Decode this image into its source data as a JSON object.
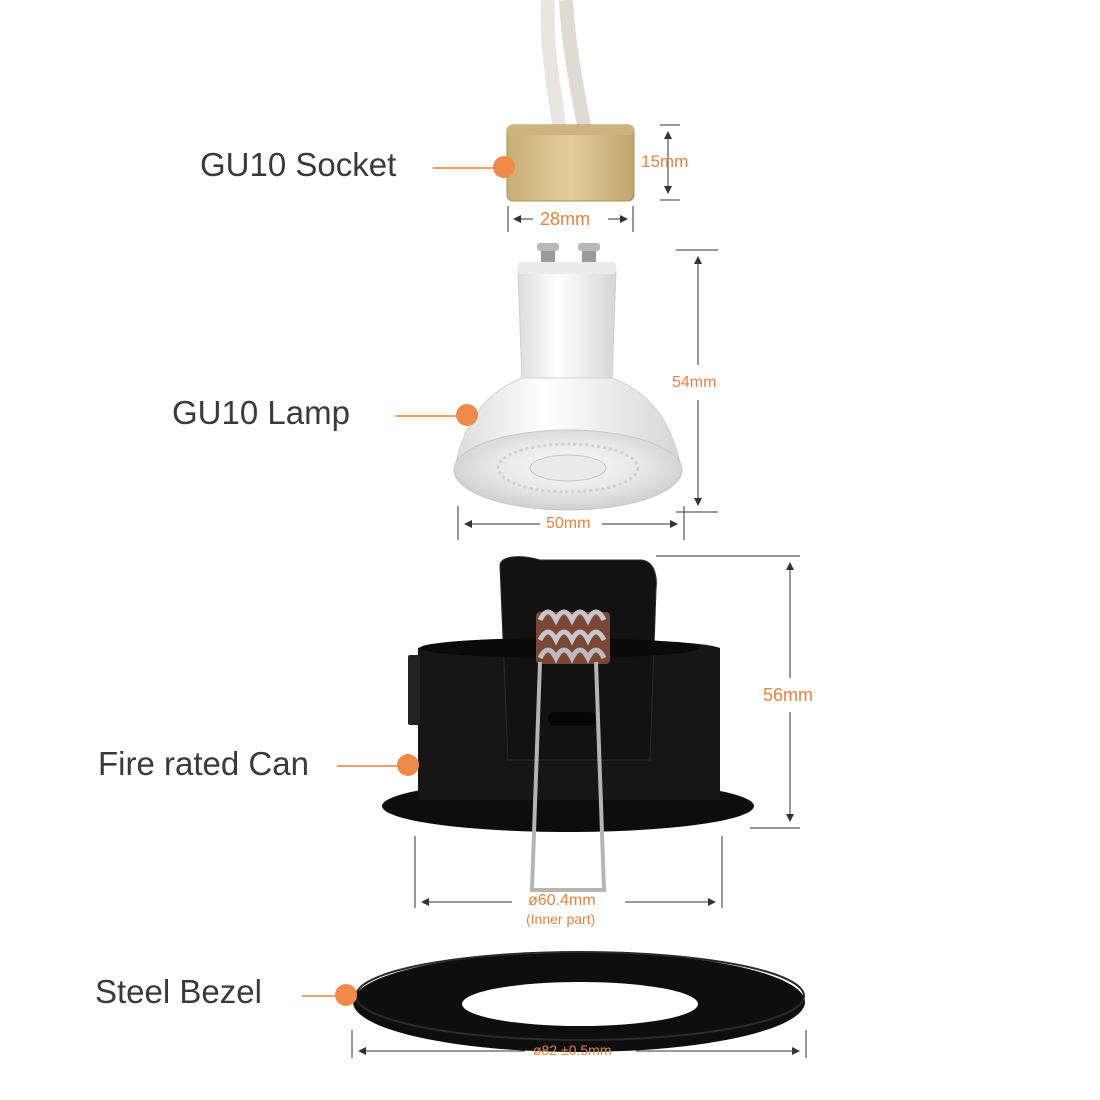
{
  "components": [
    {
      "id": "socket",
      "label": "GU10 Socket"
    },
    {
      "id": "lamp",
      "label": "GU10 Lamp"
    },
    {
      "id": "can",
      "label": "Fire rated Can"
    },
    {
      "id": "bezel",
      "label": "Steel Bezel"
    }
  ],
  "dimensions": {
    "socket_height": "15mm",
    "socket_width": "28mm",
    "lamp_height": "54mm",
    "lamp_width": "50mm",
    "can_height": "56mm",
    "can_inner_diameter": "ø60.4mm",
    "can_inner_note": "(Inner part)",
    "bezel_diameter": "ø82 ±0.5mm"
  },
  "colors": {
    "accent": "#e8823f",
    "label_text": "#3a3a3a",
    "dimension_line": "#333333",
    "socket_body": "#d8c08a",
    "lamp_body": "#f0f0f0",
    "can_body": "#141414",
    "bezel_body": "#0e0e0e",
    "spring_clip": "#b9b9b9"
  }
}
